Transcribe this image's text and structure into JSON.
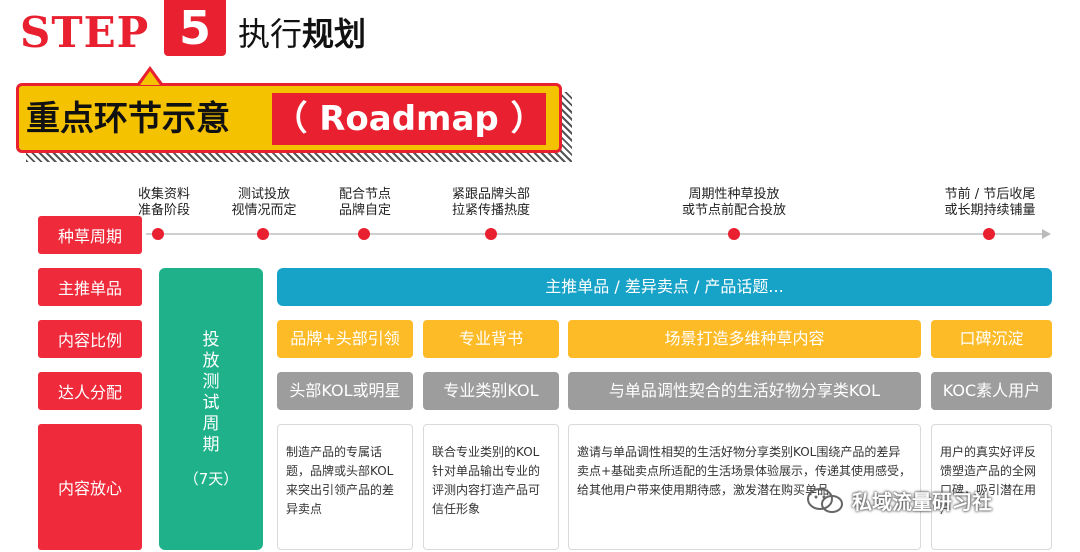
{
  "header": {
    "step_word": "STEP",
    "step_number": "5",
    "title_plain": "执行",
    "title_bold": "规划"
  },
  "banner": {
    "main": "重点环节示意",
    "road": "（ Roadmap ）"
  },
  "rows": [
    "种草周期",
    "主推单品",
    "内容比例",
    "达人分配",
    "内容放心"
  ],
  "timeline": [
    {
      "line1": "收集资料",
      "line2": "准备阶段"
    },
    {
      "line1": "测试投放",
      "line2": "视情况而定"
    },
    {
      "line1": "配合节点",
      "line2": "品牌自定"
    },
    {
      "line1": "紧跟品牌头部",
      "line2": "拉紧传播热度"
    },
    {
      "line1": "周期性种草投放",
      "line2": "或节点前配合投放"
    },
    {
      "line1": "节前 / 节后收尾",
      "line2": "或长期持续铺量"
    }
  ],
  "period": {
    "chars": [
      "投",
      "放",
      "测",
      "试",
      "周",
      "期"
    ],
    "days": "（7天）"
  },
  "main_product": "主推单品 / 差异卖点 / 产品话题...",
  "content_ratio": [
    "品牌+头部引领",
    "专业背书",
    "场景打造多维种草内容",
    "口碑沉淀"
  ],
  "talent": [
    "头部KOL或明星",
    "专业类别KOL",
    "与单品调性契合的生活好物分享类KOL",
    "KOC素人用户"
  ],
  "details": [
    "制造产品的专属话题，品牌或头部KOL来突出引领产品的差异卖点",
    "联合专业类别的KOL针对单品输出专业的评测内容打造产品可信任形象",
    "邀请与单品调性相契的生活好物分享类别KOL围绕产品的差异卖点+基础卖点所适配的生活场景体验展示，传递其使用感受，给其他用户带来使用期待感，激发潜在购买单品",
    "用户的真实好评反馈塑造产品的全网口碑，吸引潜在用户"
  ],
  "watermark": "私域流量研习社",
  "colors": {
    "red": "#e8202f",
    "yellow": "#fdbb27",
    "blue": "#17a2c7",
    "green": "#1fb28a",
    "gray": "#9d9d9d"
  }
}
